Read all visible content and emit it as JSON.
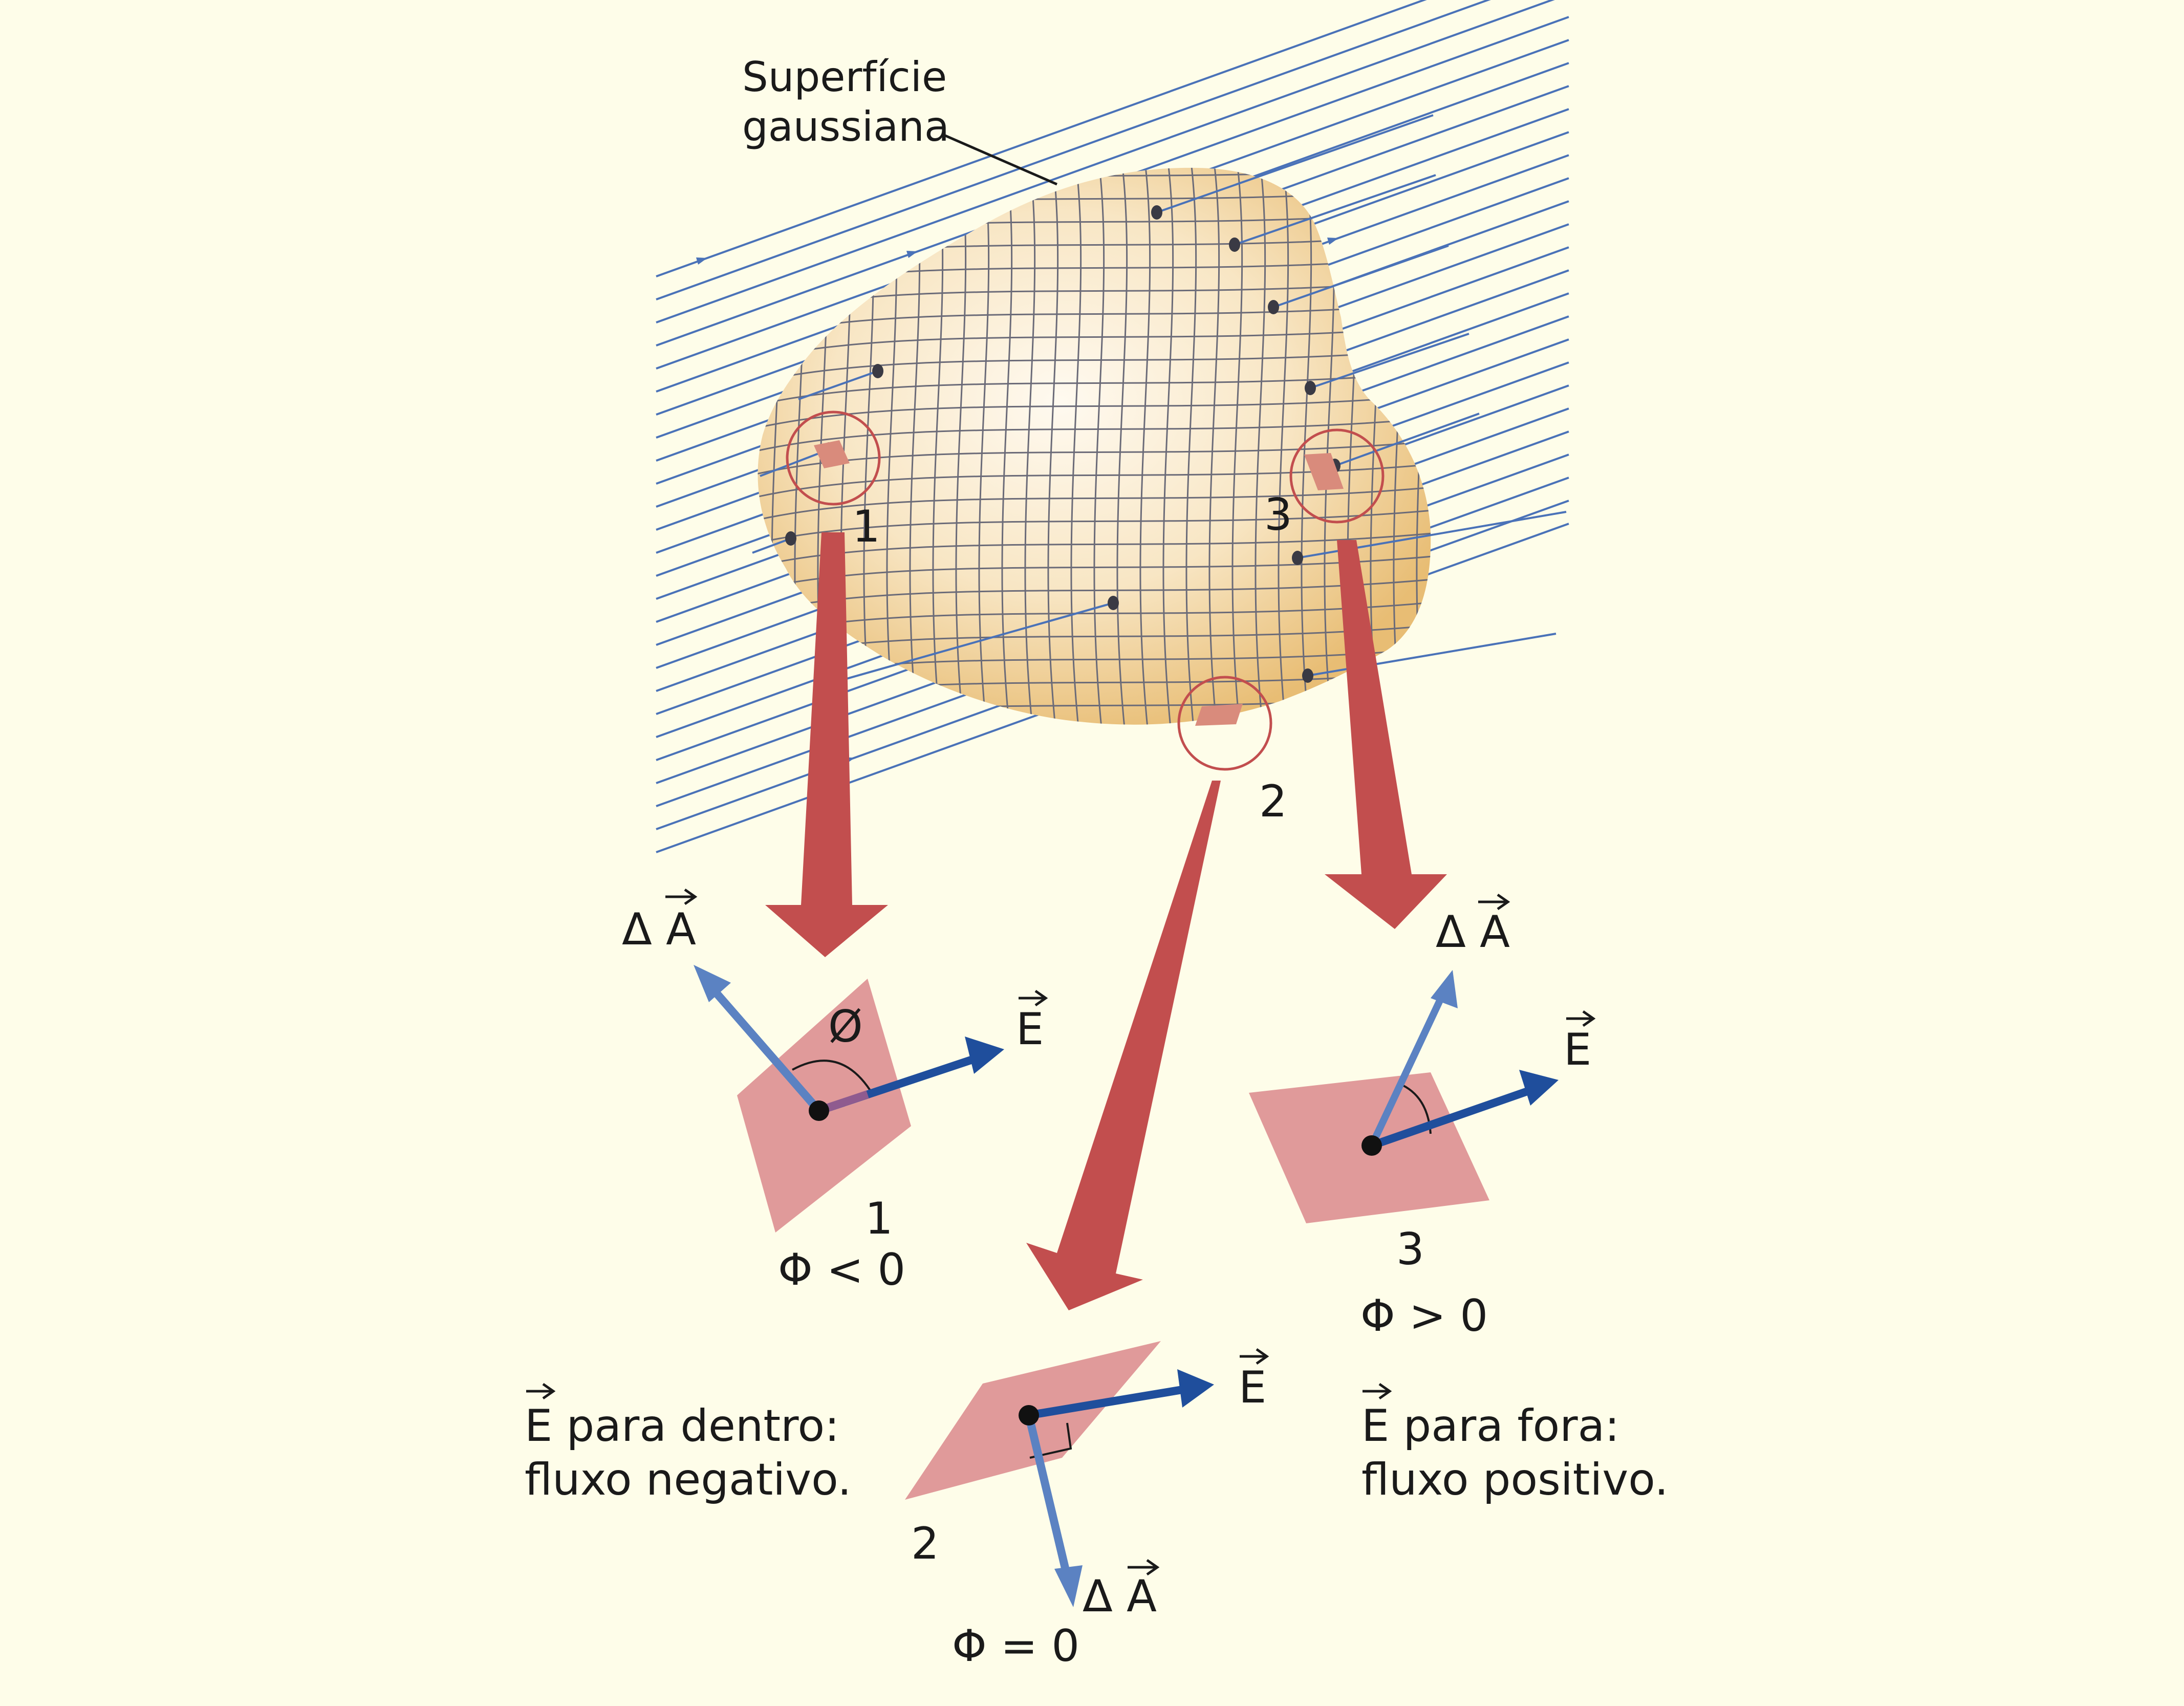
{
  "surface_label_line1": "Superfície",
  "surface_label_line2": "gaussiana",
  "marker_1": "1",
  "marker_2": "2",
  "marker_3": "3",
  "delta_a": "Δ A",
  "e_symbol": "E",
  "angle_symbol": "Ø",
  "case1": {
    "number": "1",
    "flux": "Φ < 0"
  },
  "case2": {
    "number": "2",
    "flux": "Φ = 0"
  },
  "case3": {
    "number": "3",
    "flux": "Φ > 0"
  },
  "left_caption_line1": "E para dentro:",
  "left_caption_line2": "fluxo negativo.",
  "right_caption_line1": "E para fora:",
  "right_caption_line2": "fluxo positivo.",
  "colors": {
    "background": "#fefde9",
    "field_lines": "#4a72b8",
    "surface": "#f1cf92",
    "patch": "#e09a9a",
    "big_arrow": "#c24e4e",
    "e_vector": "#1f4e9c",
    "area_vector": "#5b82c2"
  }
}
